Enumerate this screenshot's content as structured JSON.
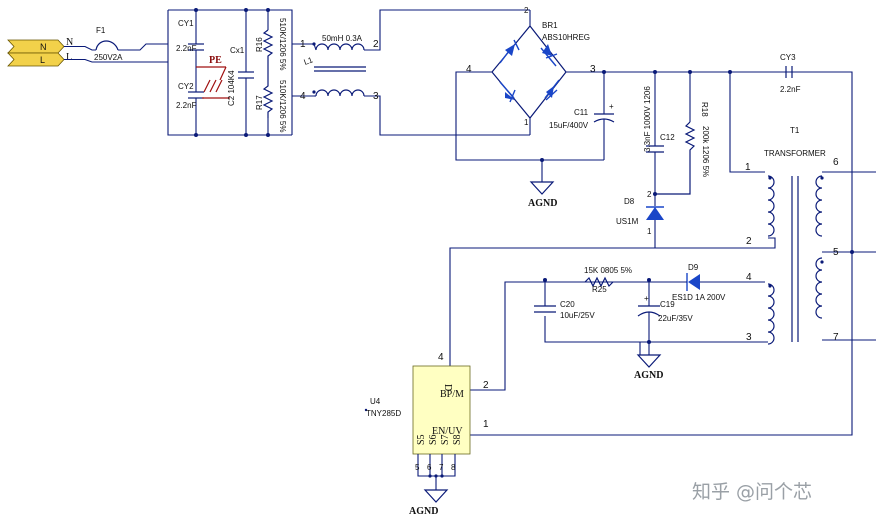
{
  "connector": {
    "n": "N",
    "l": "L",
    "side_n": "N",
    "side_l": "L"
  },
  "fuse": {
    "ref": "F1",
    "value": "250V2A"
  },
  "cy1": {
    "ref": "CY1",
    "value": "2.2nF"
  },
  "cy2": {
    "ref": "CY2",
    "value": "2.2nF"
  },
  "pe": {
    "label": "PE"
  },
  "cx1": {
    "ref": "Cx1",
    "value": "C2 104K4"
  },
  "r16": {
    "ref": "R16",
    "value": "510K/1206 5%"
  },
  "r17": {
    "ref": "R17",
    "value": "510K/1206 5%"
  },
  "choke": {
    "ref": "L1",
    "value": "50mH 0.3A",
    "pin1": "1",
    "pin2": "2",
    "pin3": "3",
    "pin4": "4"
  },
  "bridge": {
    "ref": "BR1",
    "value": "ABS10HREG",
    "pin1": "1",
    "pin2": "2",
    "pin3": "3",
    "pin4": "4"
  },
  "c11": {
    "ref": "C11",
    "value": "15uF/400V",
    "plus": "+"
  },
  "agnd": {
    "top": "AGND",
    "mid": "AGND",
    "bot": "AGND"
  },
  "c12": {
    "ref": "C12",
    "value": "3.3nF 1000V 1206"
  },
  "r18": {
    "ref": "R18",
    "value": "200k 1206 5%"
  },
  "d8": {
    "ref": "D8",
    "value": "US1M",
    "pin2": "2",
    "pin1": "1"
  },
  "cy3": {
    "ref": "CY3",
    "value": "2.2nF"
  },
  "t1": {
    "ref": "T1",
    "value": "TRANSFORMER",
    "p1": "1",
    "p2": "2",
    "p3": "3",
    "p4": "4",
    "p5": "5",
    "p6": "6",
    "p7": "7"
  },
  "r25": {
    "ref": "R25",
    "value": "15K 0805 5%"
  },
  "d9": {
    "ref": "D9",
    "value": "ES1D 1A 200V"
  },
  "c20": {
    "ref": "C20",
    "value": "10uF/25V"
  },
  "c19": {
    "ref": "C19",
    "value": "22uF/35V",
    "plus": "+"
  },
  "u4": {
    "ref": "U4",
    "value": "TNY285D",
    "d": "D",
    "bpm": "BP/M",
    "enuv": "EN/UV",
    "s5": "S5",
    "s6": "S6",
    "s7": "S7",
    "s8": "S8",
    "pin4": "4",
    "pin2": "2",
    "pin1": "1",
    "pin5": "5",
    "pin6": "6",
    "pin7": "7",
    "pin8": "8"
  },
  "watermark": "知乎 @问个芯",
  "colors": {
    "wire": "#0a1a78",
    "diode": "#1a46c8",
    "pe": "#a01010",
    "connector": "#f2d14a",
    "chip": "#ffffc2"
  }
}
